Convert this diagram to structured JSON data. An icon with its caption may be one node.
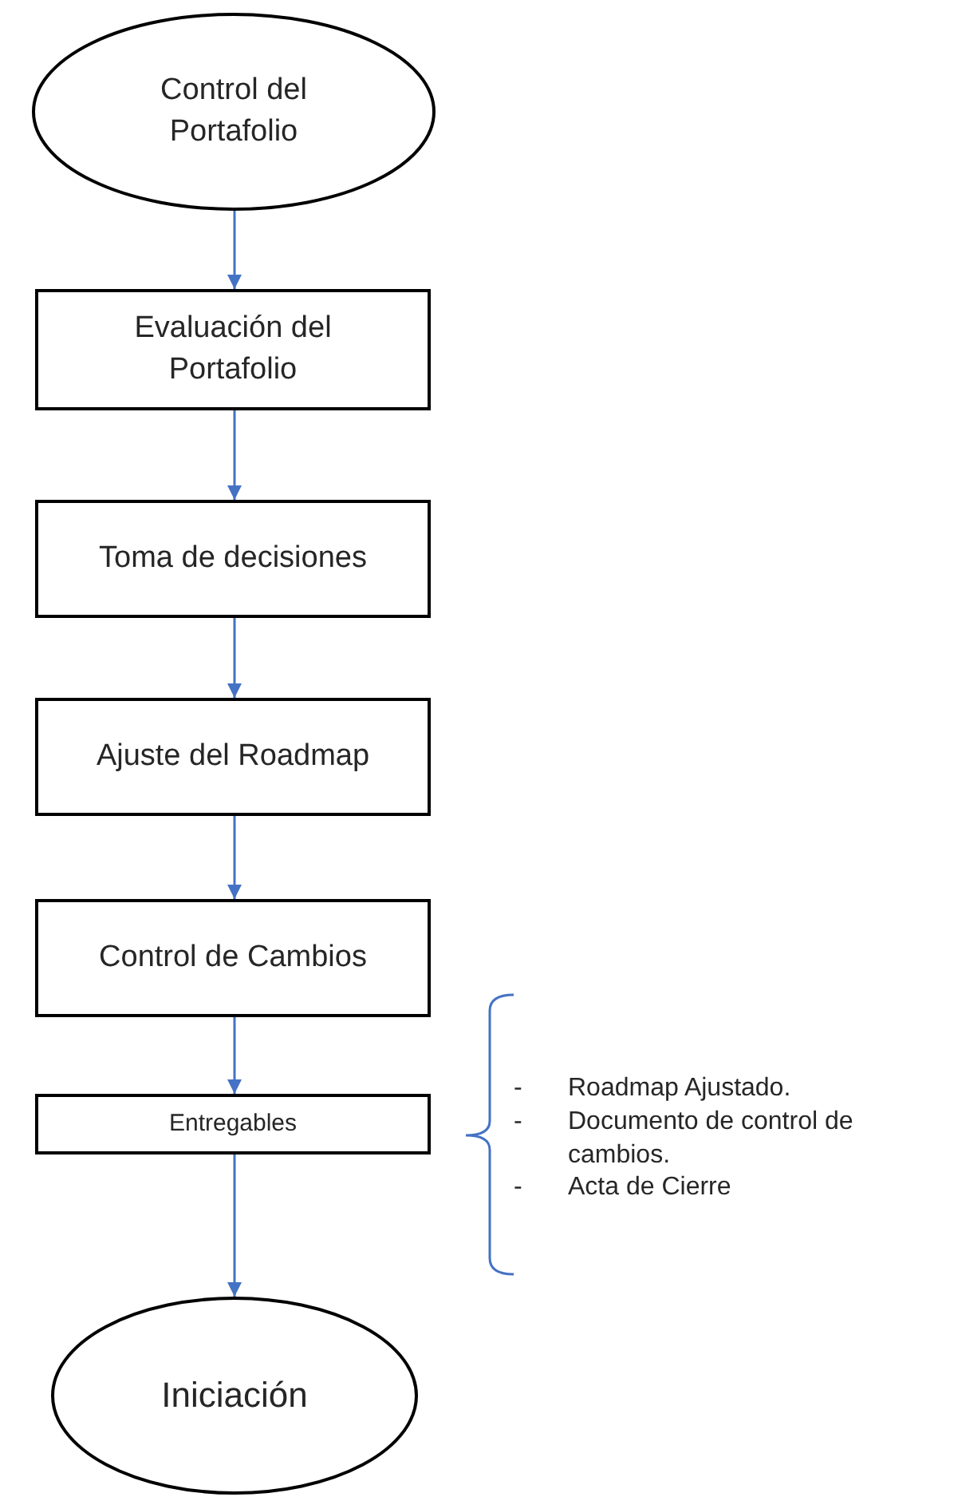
{
  "diagram": {
    "nodes": [
      {
        "text": [
          "Control del Portafolio"
        ]
      },
      {
        "text": [
          "Evaluación del Portafolio"
        ]
      },
      {
        "text": [
          "Toma de decisiones"
        ]
      },
      {
        "text": [
          "Ajuste del Roadmap"
        ]
      },
      {
        "text": [
          "Control de Cambios"
        ]
      },
      {
        "text": [
          "Entregables"
        ]
      },
      {
        "text": [
          "Iniciación"
        ]
      }
    ],
    "edges": [
      {
        "from": 0,
        "to": 1,
        "arrow": "to"
      },
      {
        "from": 1,
        "to": 2,
        "arrow": "to"
      },
      {
        "from": 2,
        "to": 3,
        "arrow": "to"
      },
      {
        "from": 3,
        "to": 4,
        "arrow": "to"
      },
      {
        "from": 4,
        "to": 5,
        "arrow": "to"
      },
      {
        "from": 5,
        "to": 6,
        "arrow": "to"
      }
    ],
    "labels": [
      "-",
      "Roadmap Ajustado.",
      "-",
      "Documento de control de cambios.",
      "-",
      "Acta de Cierre"
    ]
  }
}
